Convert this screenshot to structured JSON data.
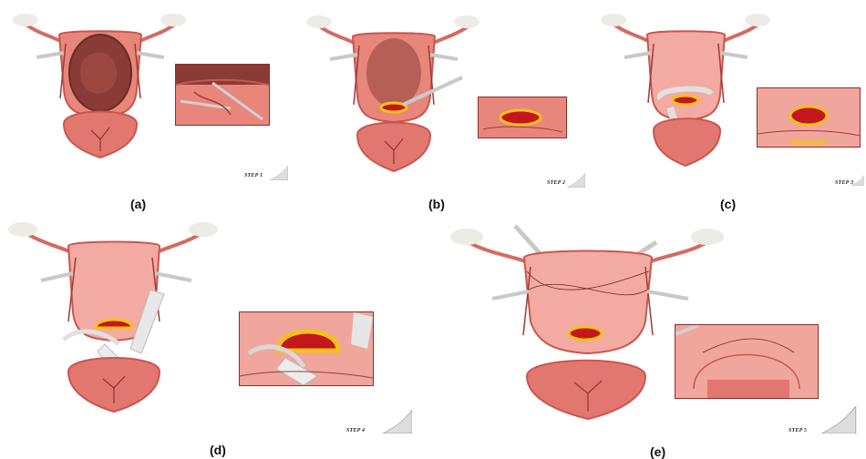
{
  "panels": [
    {
      "id": "a",
      "caption": "(a)",
      "step": "STEP 1"
    },
    {
      "id": "b",
      "caption": "(b)",
      "step": "STEP 2"
    },
    {
      "id": "c",
      "caption": "(c)",
      "step": "STEP 3"
    },
    {
      "id": "d",
      "caption": "(d)",
      "step": "STEP 4"
    },
    {
      "id": "e",
      "caption": "(e)",
      "step": "STEP 5"
    }
  ],
  "colors": {
    "uterus": "#e8867c",
    "uterus_light": "#f2aaa2",
    "uterus_dark": "#c9564e",
    "cervix": "#e2776f",
    "incision_ring": "#f4c21a",
    "incision_fill": "#c3171c",
    "ovary": "#e9e6df",
    "instrument": "#c9c9c9",
    "fetus_cavity": "#8a3b35",
    "inset_border": "#8a2e2a"
  }
}
